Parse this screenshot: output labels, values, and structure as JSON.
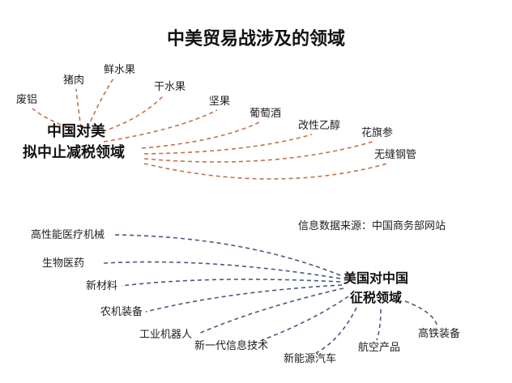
{
  "title": "中美贸易战涉及的领域",
  "source": "信息数据来源：中国商务部网站",
  "colors": {
    "china_lines": "#c0734b",
    "us_lines": "#4a5a7a"
  },
  "china": {
    "hub_line1": "中国对美",
    "hub_line2": "拟中止减税领域",
    "items": [
      "废铝",
      "猪肉",
      "鲜水果",
      "干水果",
      "坚果",
      "葡萄酒",
      "改性乙醇",
      "花旗参",
      "无缝钢管"
    ]
  },
  "us": {
    "hub_line1": "美国对中国",
    "hub_line2": "征税领域",
    "items": [
      "高性能医疗机械",
      "生物医药",
      "新材料",
      "农机装备",
      "工业机器人",
      "新一代信息技术",
      "新能源汽车",
      "航空产品",
      "高铁装备"
    ]
  }
}
